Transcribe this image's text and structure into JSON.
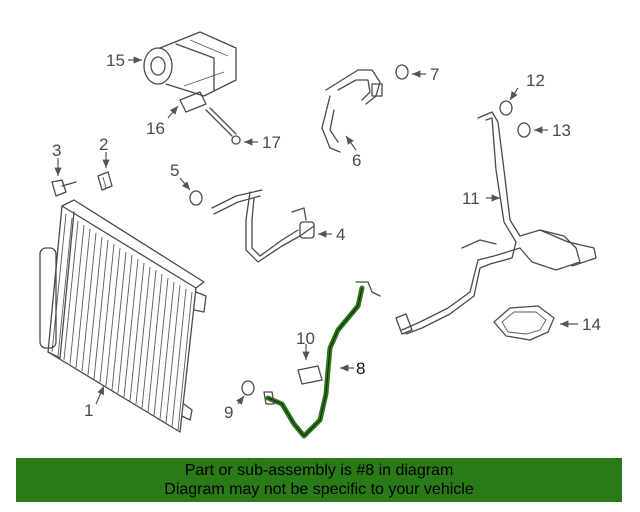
{
  "callouts": [
    {
      "id": "1",
      "label": "1"
    },
    {
      "id": "2",
      "label": "2"
    },
    {
      "id": "3",
      "label": "3"
    },
    {
      "id": "4",
      "label": "4"
    },
    {
      "id": "5",
      "label": "5"
    },
    {
      "id": "6",
      "label": "6"
    },
    {
      "id": "7",
      "label": "7"
    },
    {
      "id": "8",
      "label": "8"
    },
    {
      "id": "9",
      "label": "9"
    },
    {
      "id": "10",
      "label": "10"
    },
    {
      "id": "11",
      "label": "11"
    },
    {
      "id": "12",
      "label": "12"
    },
    {
      "id": "13",
      "label": "13"
    },
    {
      "id": "14",
      "label": "14"
    },
    {
      "id": "15",
      "label": "15"
    },
    {
      "id": "16",
      "label": "16"
    },
    {
      "id": "17",
      "label": "17"
    }
  ],
  "highlighted_part": "8",
  "colors": {
    "highlight": "#2a7a17",
    "banner": "#2a7a17",
    "line": "#4a4a4a"
  },
  "banner": {
    "line1": "Part or sub-assembly is #8 in diagram",
    "line2": "Diagram may not be specific to your vehicle"
  }
}
